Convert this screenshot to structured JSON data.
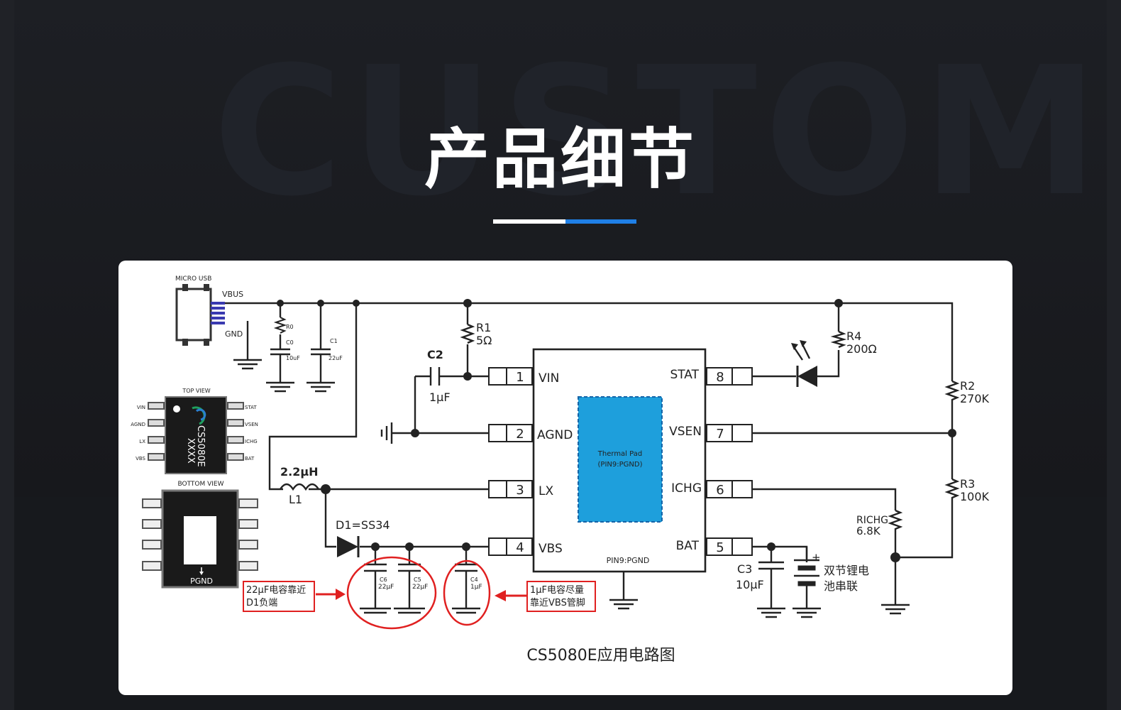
{
  "watermark": "CUSTOM",
  "title": "产品细节",
  "colors": {
    "accent_blue": "#1f7fe6",
    "annotation_red": "#e02020",
    "thermal_pad": "#1e9fdc"
  },
  "usb": {
    "label": "MICRO USB",
    "vbus": "VBUS",
    "gnd": "GND"
  },
  "components": {
    "r1": {
      "name": "R1",
      "value": "5Ω"
    },
    "c2": {
      "name": "C2",
      "value": "1μF"
    },
    "r4": {
      "name": "R4",
      "value": "200Ω"
    },
    "r2": {
      "name": "R2",
      "value": "270K"
    },
    "r3": {
      "name": "R3",
      "value": "100K"
    },
    "rchg": {
      "name": "RICHG",
      "value": "6.8K"
    },
    "l1": {
      "name": "L1",
      "value": "2.2μH"
    },
    "d1": {
      "label": "D1=SS34"
    },
    "c3": {
      "name": "C3",
      "value": "10μF"
    },
    "r0": {
      "name": "R0"
    },
    "c0": {
      "name": "C0",
      "value": "10uF"
    },
    "c1": {
      "name": "C1",
      "value": "22uF"
    },
    "c6": {
      "name": "C6",
      "value": "22μF"
    },
    "c5": {
      "name": "C5",
      "value": "22μF"
    },
    "c4": {
      "name": "C4",
      "value": "1μF"
    }
  },
  "chip": {
    "left_pins": [
      {
        "num": "1",
        "name": "VIN"
      },
      {
        "num": "2",
        "name": "AGND"
      },
      {
        "num": "3",
        "name": "LX"
      },
      {
        "num": "4",
        "name": "VBS"
      }
    ],
    "right_pins": [
      {
        "num": "8",
        "name": "STAT"
      },
      {
        "num": "7",
        "name": "VSEN"
      },
      {
        "num": "6",
        "name": "ICHG"
      },
      {
        "num": "5",
        "name": "BAT"
      }
    ],
    "pad_line1": "Thermal Pad",
    "pad_line2": "(PIN9:PGND)",
    "pin9": "PIN9:PGND"
  },
  "package": {
    "top_view": "TOP VIEW",
    "bottom_view": "BOTTOM VIEW",
    "part": "CS5080E",
    "marking": "XXXX",
    "left": [
      "VIN",
      "AGND",
      "LX",
      "VBS"
    ],
    "right": [
      "STAT",
      "VSEN",
      "ICHG",
      "BAT"
    ],
    "pgnd": "PGND"
  },
  "battery": {
    "line1": "双节锂电",
    "line2": "池串联"
  },
  "notes": {
    "left_line1": "22μF电容靠近",
    "left_line2": "D1负端",
    "right_line1": "1μF电容尽量",
    "right_line2": "靠近VBS管脚"
  },
  "caption": "CS5080E应用电路图"
}
